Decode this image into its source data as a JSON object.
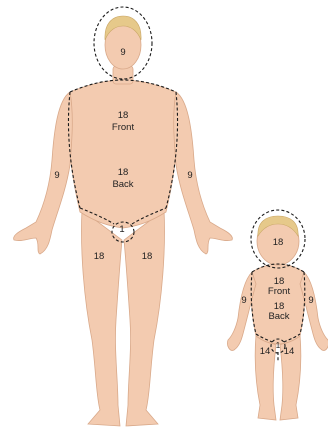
{
  "adult": {
    "head": "9",
    "trunk_front_num": "18",
    "trunk_front_word": "Front",
    "trunk_back_num": "18",
    "trunk_back_word": "Back",
    "arm_left": "9",
    "arm_right": "9",
    "groin": "1",
    "leg_left": "18",
    "leg_right": "18"
  },
  "child": {
    "head": "18",
    "trunk_front_num": "18",
    "trunk_front_word": "Front",
    "trunk_back_num": "18",
    "trunk_back_word": "Back",
    "arm_left": "9",
    "arm_right": "9",
    "groin": "1",
    "leg_left": "14",
    "leg_right": "14"
  },
  "colors": {
    "skin": "#f3cbb0",
    "outline": "#1a1a1a",
    "hair": "#e6c98a"
  }
}
